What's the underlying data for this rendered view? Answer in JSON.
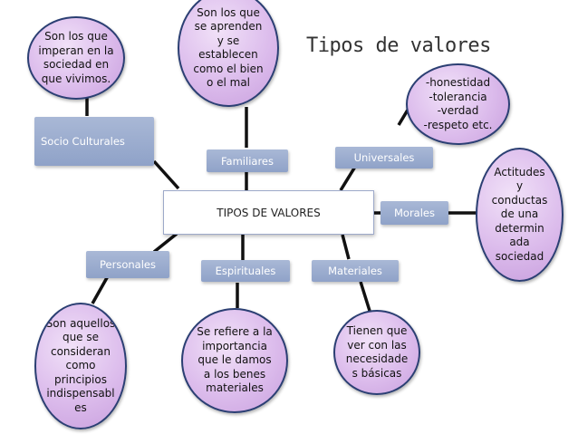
{
  "title": "Tipos de valores",
  "center": "TIPOS DE VALORES",
  "boxes": {
    "socio": "Socio Culturales",
    "familiares": "Familiares",
    "universales": "Universales",
    "morales": "Morales",
    "personales": "Personales",
    "espirituales": "Espirituales",
    "materiales": "Materiales"
  },
  "bubbles": {
    "socio": "Son los que\nimperan en la\nsociedad en\nque vivimos.",
    "familiares": "Son los que\nse aprenden\ny se\nestablecen\ncomo el bien\no el mal",
    "universales": "-honestidad\n-tolerancia\n-verdad\n-respeto etc.",
    "morales": "Actitudes\ny\nconductas\nde una\ndetermin\nada\nsociedad",
    "personales": "Son aquellos\nque se\nconsideran\ncomo\nprincipios\nindispensabl\nes",
    "espirituales": "Se refiere a la\nimportancia\nque le damos\na los benes\nmateriales",
    "materiales": "Tienen que\nver con las\nnecesidade\ns básicas"
  },
  "colors": {
    "box": "#97a9cd",
    "bubble": "#dcbcec",
    "bubble_border": "#2b3f73",
    "connector": "#111111"
  }
}
